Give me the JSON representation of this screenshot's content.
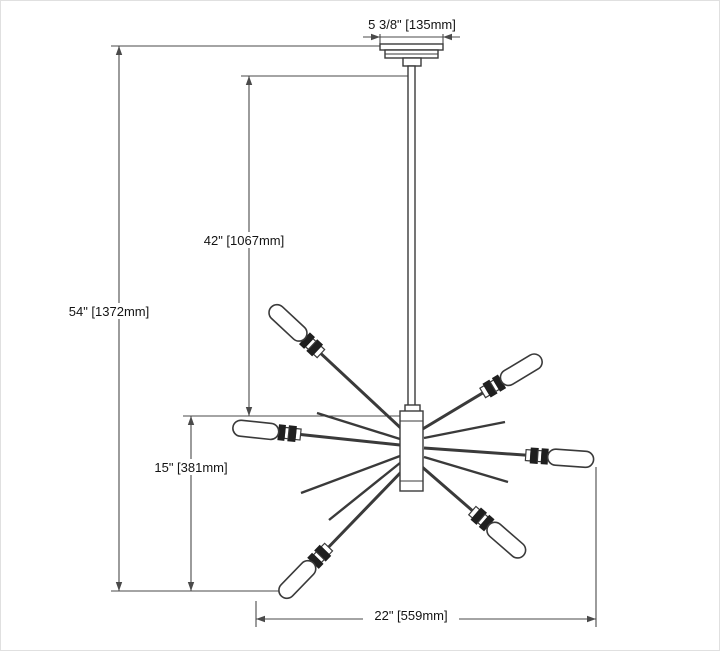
{
  "drawing": {
    "type": "chandelier-dimension-diagram",
    "dims": {
      "canopy_width": "5 3/8\" [135mm]",
      "stem_length": "42\" [1067mm]",
      "overall_height": "54\" [1372mm]",
      "body_height": "15\" [381mm]",
      "body_width": "22\" [559mm]"
    },
    "colors": {
      "line": "#3a3a3a",
      "dimension_line": "#4a4a4a",
      "background": "#ffffff"
    }
  }
}
